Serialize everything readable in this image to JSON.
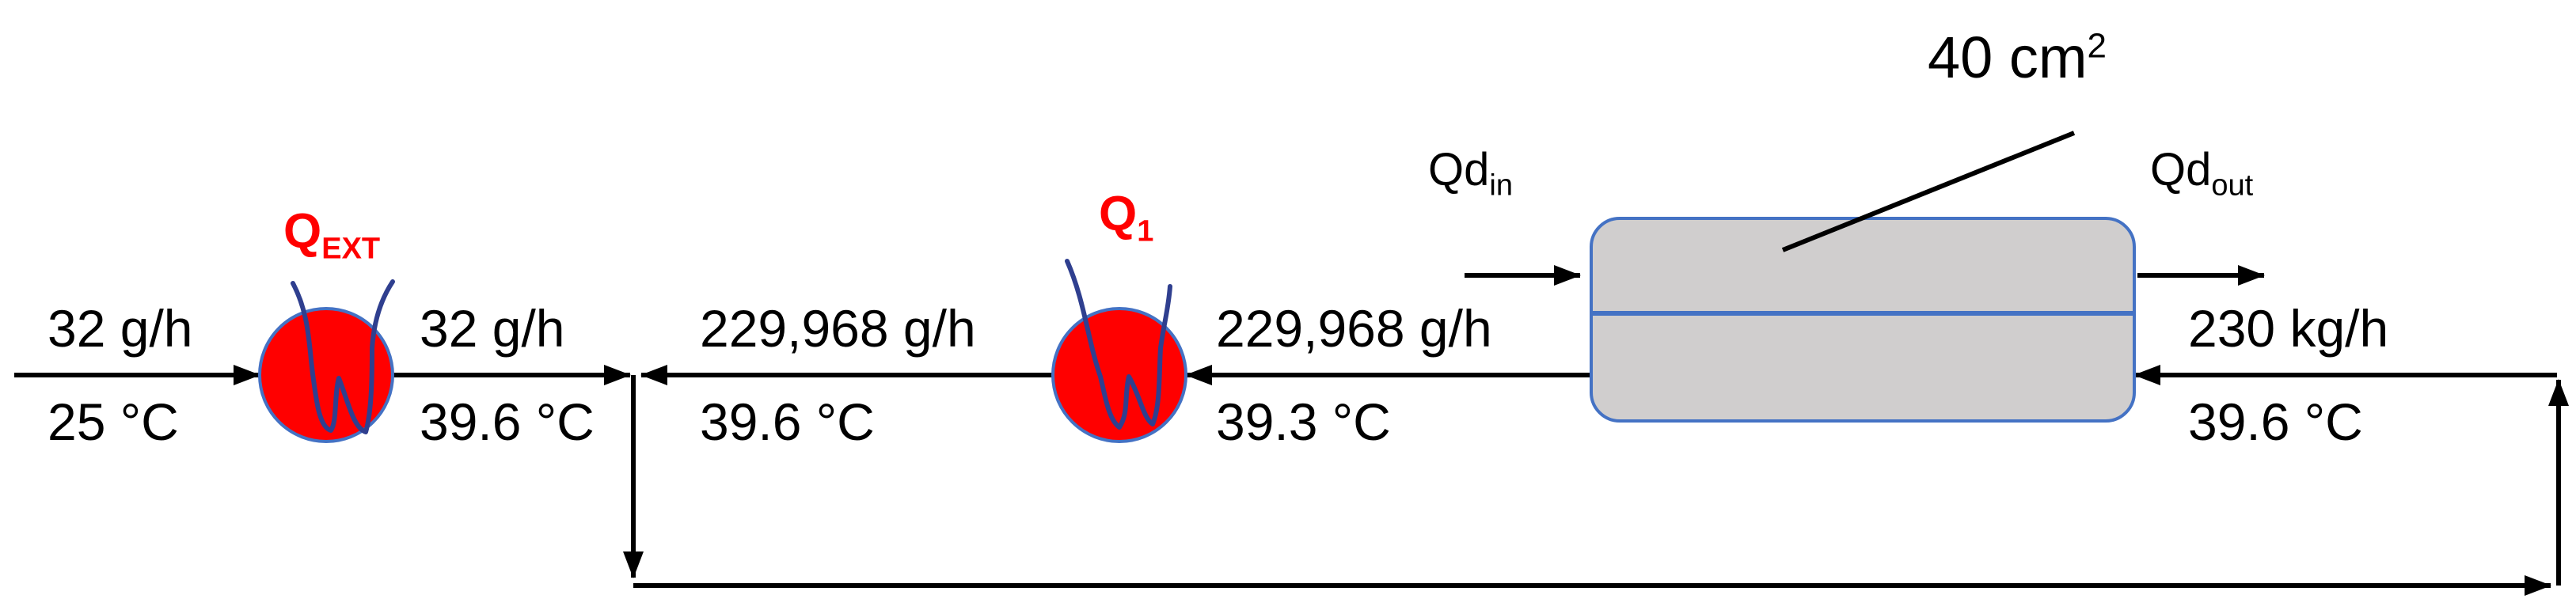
{
  "heaters": [
    {
      "name": "Q",
      "subscript": "EXT",
      "color": "#ff0000"
    },
    {
      "name": "Q",
      "subscript": "1",
      "color": "#ff0000"
    }
  ],
  "module": {
    "area_value": "40 cm",
    "area_exponent": "2",
    "fill_color": "#d0cece",
    "border_color": "#4472c4",
    "inlet": {
      "name": "Qd",
      "subscript": "in"
    },
    "outlet": {
      "name": "Qd",
      "subscript": "out"
    }
  },
  "streams": [
    {
      "flow": "32 g/h",
      "temperature": "25 °C"
    },
    {
      "flow": "32 g/h",
      "temperature": "39.6 °C"
    },
    {
      "flow": "229,968 g/h",
      "temperature": "39.6 °C"
    },
    {
      "flow": "229,968 g/h",
      "temperature": "39.3 °C"
    },
    {
      "flow": "230 kg/h",
      "temperature": "39.6 °C"
    }
  ],
  "colors": {
    "line": "#000000",
    "heater_border": "#4472c4",
    "coil": "#2f3f8f"
  }
}
